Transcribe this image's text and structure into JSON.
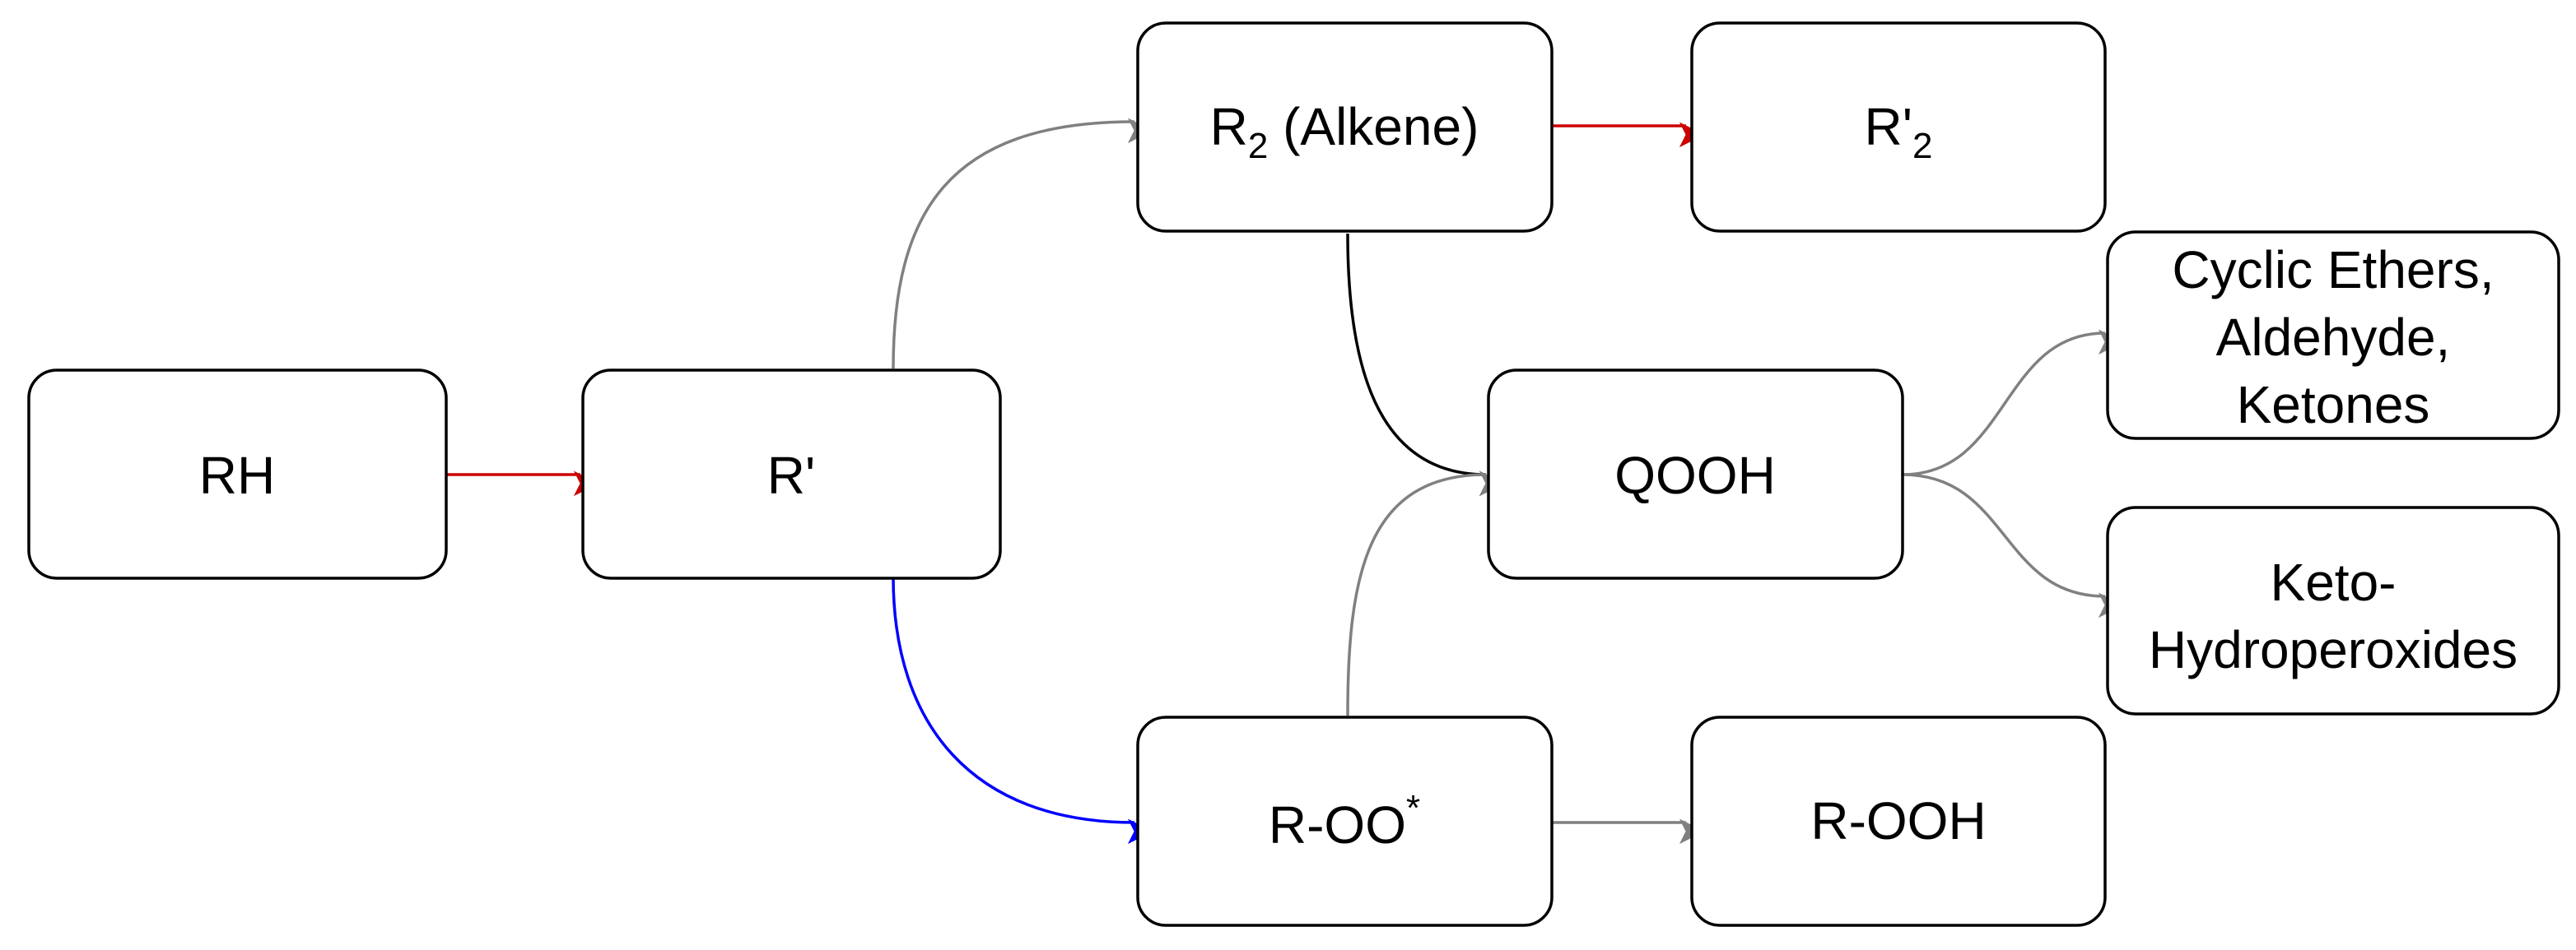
{
  "colors": {
    "red": "#cc0000",
    "blue": "#0000ff",
    "gray": "#808080",
    "black": "#000000"
  },
  "nodes": {
    "rh": {
      "label": "RH"
    },
    "r_radical": {
      "label": "R'"
    },
    "alkene": {
      "label_main": "R",
      "label_sub": "2",
      "label_rest": " (Alkene)"
    },
    "r2_prime": {
      "label_main": "R'",
      "label_sub": "2"
    },
    "qooh": {
      "label": "QOOH"
    },
    "cyclic_ethers": {
      "lines": [
        "Cyclic Ethers,",
        "Aldehyde,",
        "Ketones"
      ]
    },
    "keto_hydroperoxides": {
      "lines": [
        "Keto-",
        "Hydroperoxides"
      ]
    },
    "roo": {
      "label_main": "R-OO",
      "label_sup": "*"
    },
    "rooh": {
      "label": "R-OOH"
    }
  },
  "edges": [
    {
      "from": "RH",
      "to": "R'",
      "color": "red"
    },
    {
      "from": "R'",
      "to": "R2 (Alkene)",
      "color": "gray"
    },
    {
      "from": "R'",
      "to": "R-OO*",
      "color": "blue"
    },
    {
      "from": "R2 (Alkene)",
      "to": "R'2",
      "color": "red"
    },
    {
      "from": "R2 (Alkene)",
      "to": "QOOH",
      "color": "black"
    },
    {
      "from": "R-OO*",
      "to": "QOOH",
      "color": "gray"
    },
    {
      "from": "R-OO*",
      "to": "R-OOH",
      "color": "gray"
    },
    {
      "from": "QOOH",
      "to": "Cyclic Ethers, Aldehyde, Ketones",
      "color": "gray"
    },
    {
      "from": "QOOH",
      "to": "Keto-Hydroperoxides",
      "color": "gray"
    }
  ]
}
